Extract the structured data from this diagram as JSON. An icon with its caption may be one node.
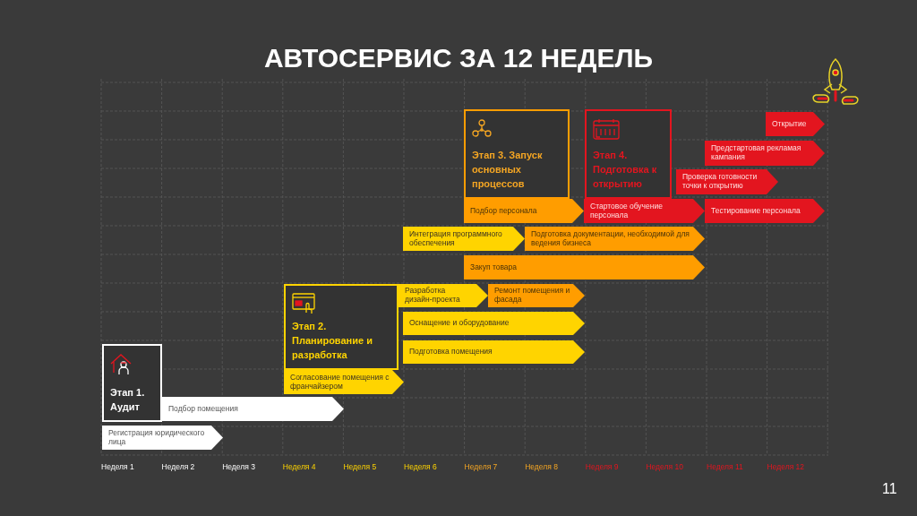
{
  "diagram": {
    "title": "АВТОСЕРВИС ЗА 12 НЕДЕЛЬ",
    "nodes": [
      {
        "text": [
          "Этап 3. Запуск основных процессов"
        ]
      },
      {
        "text": [
          "Этап 4. Подготовка к открытию"
        ]
      },
      {
        "text": [
          "Открытие"
        ]
      },
      {
        "text": [
          "Предстартовая рекламая кампания"
        ]
      },
      {
        "text": [
          "Проверка готовности точки к открытию"
        ]
      },
      {
        "text": [
          "Подбор персонала"
        ]
      },
      {
        "text": [
          "Стартовое обучение персонала"
        ]
      },
      {
        "text": [
          "Тестирование персонала"
        ]
      },
      {
        "text": [
          "Интеграция программного обеспечения"
        ]
      },
      {
        "text": [
          "Подготовка документации, необходимой для ведения бизнеса"
        ]
      },
      {
        "text": [
          "Закуп товара"
        ]
      },
      {
        "text": [
          "Этап 2. Планирование и разработка"
        ]
      },
      {
        "text": [
          "Разработка дизайн-проекта"
        ]
      },
      {
        "text": [
          "Ремонт помещения и фасада"
        ]
      },
      {
        "text": [
          "Оснащение и оборудование"
        ]
      },
      {
        "text": [
          "Подготовка помещения"
        ]
      },
      {
        "text": [
          "Согласование помещения с франчайзером"
        ]
      },
      {
        "text": [
          "Этап 1. Аудит"
        ]
      },
      {
        "text": [
          "Подбор помещения"
        ]
      },
      {
        "text": [
          "Регистрация юридического лица"
        ]
      }
    ],
    "labels": [
      "Неделя 1",
      "Неделя 2",
      "Неделя 3",
      "Неделя 4",
      "Неделя 5",
      "Неделя 6",
      "Неделя 7",
      "Неделя 8",
      "Неделя 9",
      "Неделя 10",
      "Неделя 11",
      "Неделя 12",
      "11"
    ]
  }
}
